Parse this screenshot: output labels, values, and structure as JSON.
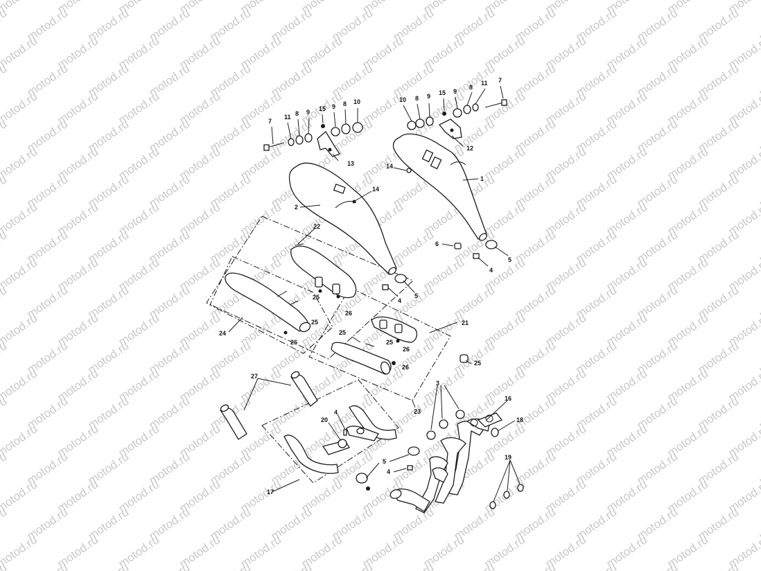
{
  "watermark": "motod.ru",
  "callouts": {
    "c1": "1",
    "c2": "2",
    "c3": "3",
    "c4a": "4",
    "c4b": "4",
    "c4c": "4",
    "c4d": "4",
    "c5a": "5",
    "c5b": "5",
    "c5c": "5",
    "c6": "6",
    "c7a": "7",
    "c7b": "7",
    "c8a": "8",
    "c8b": "8",
    "c8c": "8",
    "c8d": "8",
    "c9a": "9",
    "c9b": "9",
    "c9c": "9",
    "c9d": "9",
    "c10a": "10",
    "c10b": "10",
    "c11a": "11",
    "c11b": "11",
    "c12": "12",
    "c13": "13",
    "c14a": "14",
    "c14b": "14",
    "c15a": "15",
    "c15b": "15",
    "c16": "16",
    "c17": "17",
    "c18": "18",
    "c19": "19",
    "c20": "20",
    "c21": "21",
    "c22": "22",
    "c23": "23",
    "c24": "24",
    "c25a": "25",
    "c25b": "25",
    "c25c": "25",
    "c25d": "25",
    "c25e": "25",
    "c26a": "26",
    "c26b": "26",
    "c26c": "26",
    "c26d": "26",
    "c27": "27"
  },
  "colors": {
    "line": "#1a1a1a",
    "watermark": "#c9c9c9",
    "background": "#ffffff"
  }
}
